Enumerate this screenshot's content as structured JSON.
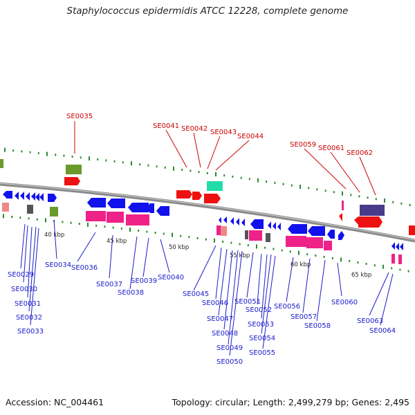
{
  "title": "Staphylococcus epidermidis ATCC 12228, complete genome",
  "footer": {
    "accession": "Accession: NC_004461",
    "topology": "Topology: circular; Length: 2,499,279 bp; Genes: 2,495"
  },
  "colors": {
    "label_top": "#cc0000",
    "label_bottom": "#1a1acc",
    "backbone": "#888888",
    "tick": "#2a8a2a"
  },
  "kbp_markers": [
    "40 kbp",
    "45 kbp",
    "50 kbp",
    "55 kbp",
    "60 kbp",
    "65 kbp"
  ],
  "top_genes": [
    "SE0035",
    "SE0041",
    "SE0042",
    "SE0043",
    "SE0044",
    "SE0059",
    "SE0061",
    "SE0062"
  ],
  "bottom_genes": [
    "SE0029",
    "SE0030",
    "SE0031",
    "SE0032",
    "SE0033",
    "SE0034",
    "SE0036",
    "SE0037",
    "SE0038",
    "SE0039",
    "SE0040",
    "SE0045",
    "SE0046",
    "SE0047",
    "SE0048",
    "SE0049",
    "SE0050",
    "SE0051",
    "SE0052",
    "SE0053",
    "SE0054",
    "SE0055",
    "SE0056",
    "SE0057",
    "SE0058",
    "SE0060",
    "SE0063",
    "SE0064"
  ]
}
